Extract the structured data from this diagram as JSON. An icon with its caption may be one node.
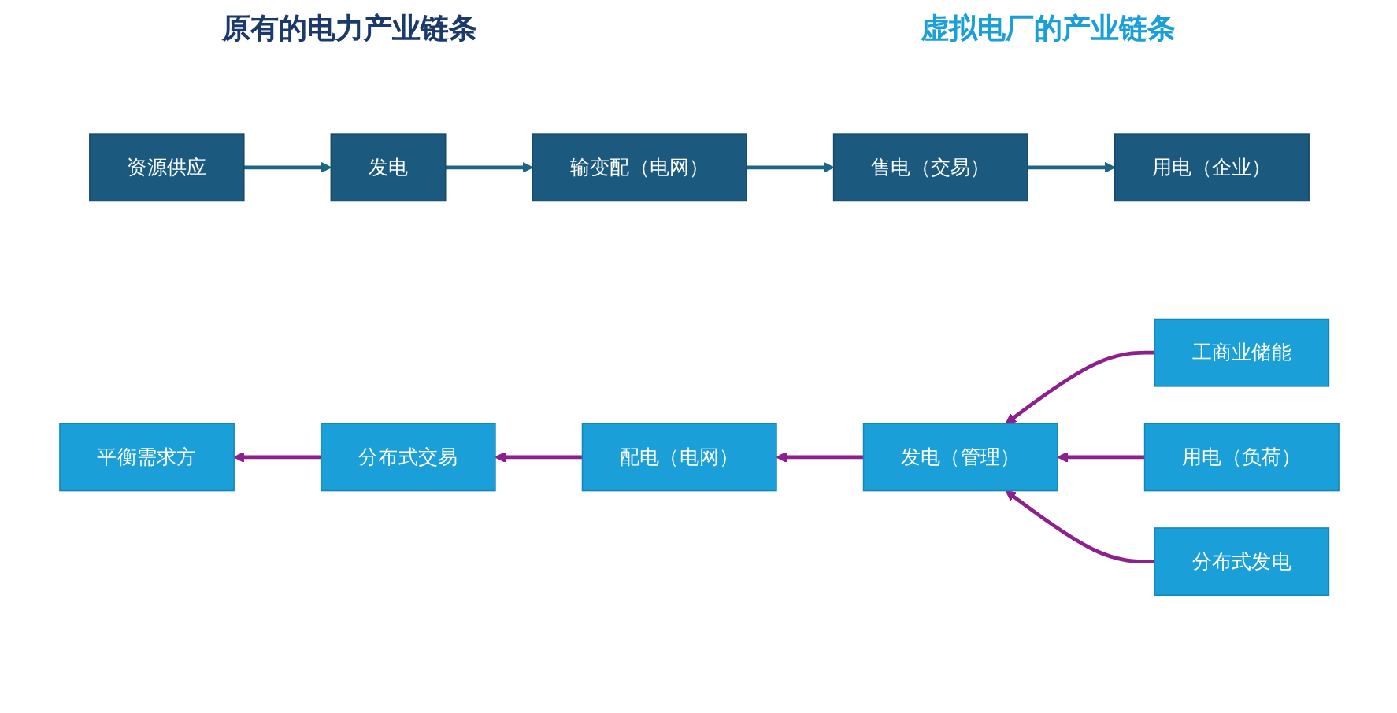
{
  "diagram": {
    "nodes": [
      {
        "text": [
          "资源供应"
        ]
      },
      {
        "text": [
          "发电"
        ]
      },
      {
        "text": [
          "输变配（电网）"
        ]
      },
      {
        "text": [
          "售电（交易）"
        ]
      },
      {
        "text": [
          "用电（企业）"
        ]
      },
      {
        "text": [
          "工商业储能"
        ]
      },
      {
        "text": [
          "平衡需求方"
        ]
      },
      {
        "text": [
          "分布式交易"
        ]
      },
      {
        "text": [
          "配电（电网）"
        ]
      },
      {
        "text": [
          "发电（管理）"
        ]
      },
      {
        "text": [
          "用电（负荷）"
        ]
      },
      {
        "text": [
          "分布式发电"
        ]
      }
    ],
    "edges": [
      {
        "from": 0,
        "to": 1,
        "arrow": "to",
        "color": "#1d6584"
      },
      {
        "from": 1,
        "to": 2,
        "arrow": "to",
        "color": "#1d6584"
      },
      {
        "from": 2,
        "to": 3,
        "arrow": "to",
        "color": "#1d6584"
      },
      {
        "from": 3,
        "to": 4,
        "arrow": "to",
        "color": "#1d6584"
      },
      {
        "from": 5,
        "to": 9,
        "arrow": "to"
      },
      {
        "from": 10,
        "to": 9,
        "arrow": "to"
      },
      {
        "from": 11,
        "to": 9,
        "arrow": "to"
      },
      {
        "from": 9,
        "to": 8,
        "arrow": "to"
      },
      {
        "from": 8,
        "to": 7,
        "arrow": "to"
      },
      {
        "from": 7,
        "to": 6,
        "arrow": "to"
      }
    ],
    "labels": [
      "原有的电力产业链条",
      "虚拟电厂的产业链条"
    ]
  }
}
